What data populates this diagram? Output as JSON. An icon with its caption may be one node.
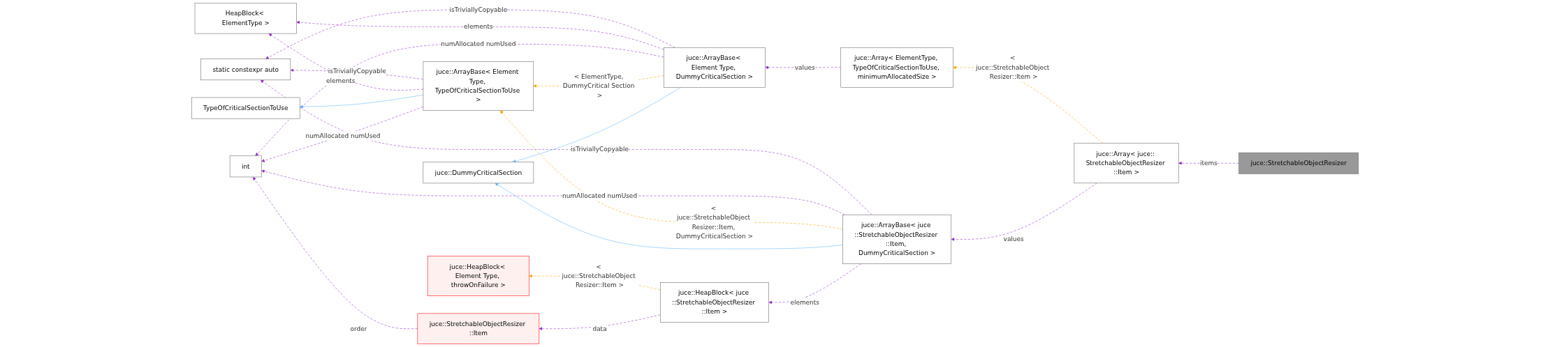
{
  "diagram": {
    "nodes": [
      {
        "text": [
          "static constexpr auto"
        ]
      },
      {
        "text": [
          "HeapBlock< ElementType >"
        ]
      },
      {
        "text": [
          "TypeOfCriticalSectionToUse"
        ]
      },
      {
        "text": [
          "int"
        ]
      },
      {
        "text": [
          "juce::ArrayBase< Element Type, TypeOfCriticalSectionToUse >"
        ]
      },
      {
        "text": [
          "juce::DummyCriticalSection"
        ]
      },
      {
        "text": [
          "juce::HeapBlock< Element Type, throwOnFailure >"
        ]
      },
      {
        "text": [
          "juce::StretchableObjectResizer ::Item"
        ]
      },
      {
        "text": [
          "juce::ArrayBase< Element Type, DummyCriticalSection >"
        ]
      },
      {
        "text": [
          "juce::HeapBlock< juce ::StretchableObjectResizer ::Item >"
        ]
      },
      {
        "text": [
          "juce::Array< ElementType, TypeOfCriticalSectionToUse, minimumAllocatedSize >"
        ]
      },
      {
        "text": [
          "juce::ArrayBase< juce ::StretchableObjectResizer ::Item, DummyCriticalSection >"
        ]
      },
      {
        "text": [
          "juce::Array< juce:: StretchableObjectResizer ::Item >"
        ]
      },
      {
        "text": [
          "juce::StretchableObjectResizer"
        ]
      }
    ],
    "edges": [
      {
        "from": 4,
        "to": 0,
        "arrow": "to",
        "label": "isTriviallyCopyable",
        "style": "dashed"
      },
      {
        "from": 8,
        "to": 0,
        "arrow": "to",
        "label": "isTriviallyCopyable",
        "style": "dashed"
      },
      {
        "from": 11,
        "to": 0,
        "arrow": "to",
        "label": "isTriviallyCopyable",
        "style": "dashed"
      },
      {
        "from": 8,
        "to": 1,
        "arrow": "to",
        "label": "elements",
        "style": "dashed"
      },
      {
        "from": 4,
        "to": 1,
        "arrow": "to",
        "label": "elements",
        "style": "dashed"
      },
      {
        "from": 4,
        "to": 2,
        "arrow": "to",
        "color": "#63b8ff"
      },
      {
        "from": 4,
        "to": 3,
        "arrow": "to",
        "label": "numAllocated numUsed",
        "style": "dashed"
      },
      {
        "from": 8,
        "to": 3,
        "arrow": "to",
        "label": "numAllocated numUsed",
        "style": "dashed"
      },
      {
        "from": 11,
        "to": 3,
        "arrow": "to",
        "label": "numAllocated numUsed",
        "style": "dashed"
      },
      {
        "from": 8,
        "to": 4,
        "arrow": "to",
        "label": "< ElementType, DummyCritical Section >",
        "style": "dashed",
        "color": "#ffa500"
      },
      {
        "from": 11,
        "to": 4,
        "arrow": "to",
        "label": "< juce::StretchableObject Resizer::Item, DummyCriticalSection >",
        "style": "dashed",
        "color": "#ffa500"
      },
      {
        "from": 8,
        "to": 5,
        "arrow": "to",
        "color": "#63b8ff"
      },
      {
        "from": 11,
        "to": 5,
        "arrow": "to",
        "color": "#63b8ff"
      },
      {
        "from": 10,
        "to": 8,
        "arrow": "to",
        "label": "values",
        "style": "dashed"
      },
      {
        "from": 12,
        "to": 10,
        "arrow": "to",
        "label": "< juce::StretchableObject Resizer::Item >",
        "style": "dashed",
        "color": "#ffa500"
      },
      {
        "from": 12,
        "to": 11,
        "arrow": "to",
        "label": "values",
        "style": "dashed"
      },
      {
        "from": 13,
        "to": 12,
        "arrow": "to",
        "label": "items",
        "style": "dashed"
      },
      {
        "from": 11,
        "to": 9,
        "arrow": "to",
        "label": "elements",
        "style": "dashed"
      },
      {
        "from": 9,
        "to": 6,
        "arrow": "to",
        "label": "< juce::StretchableObject Resizer::Item >",
        "style": "dashed",
        "color": "#ffa500"
      },
      {
        "from": 9,
        "to": 7,
        "arrow": "to",
        "label": "data",
        "style": "dashed"
      },
      {
        "from": 7,
        "to": 3,
        "arrow": "to",
        "label": "order",
        "style": "dashed"
      }
    ]
  }
}
